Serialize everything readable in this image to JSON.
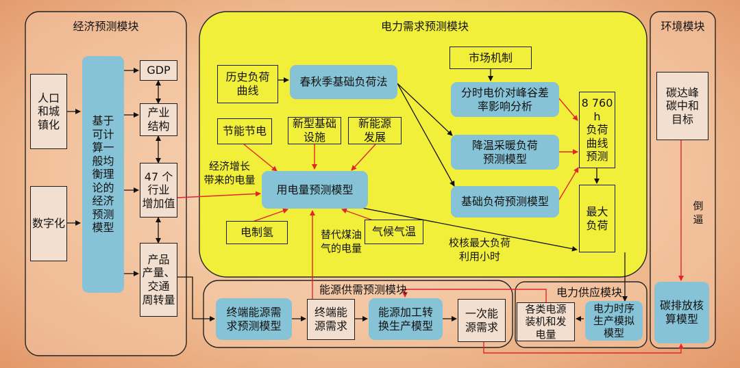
{
  "panels": {
    "economy": "经济预测模块",
    "power_demand": "电力需求预测模块",
    "environment": "环境模块",
    "energy": "能源供需预测模块",
    "supply": "电力供应模块"
  },
  "economy": {
    "population": "人口\n和城\n镇化",
    "digital": "数字化",
    "cge_model": "基于\n可计\n算一\n般均\n衡理\n论的\n经济\n预测\n模型",
    "gdp": "GDP",
    "industry_structure": "产业\n结构",
    "industry_value": "47 个\n行业\n增加值",
    "products": "产品\n产量、\n交通\n周转量"
  },
  "demand": {
    "history_load": "历史负荷\n曲线",
    "spring_autumn": "春秋季基础负荷法",
    "market": "市场机制",
    "tou_price": "分时电价对峰谷差\n率影响分析",
    "cooling_heating": "降温采暖负荷\n预测模型",
    "base_load": "基础负荷预测模型",
    "load_curve": "8 760 h\n负荷\n曲线\n预测",
    "max_load": "最大\n负荷",
    "energy_saving": "节能节电",
    "new_infra": "新型基础\n设施",
    "new_energy": "新能源\n发展",
    "consumption_model": "用电量预测模型",
    "hydrogen": "电制氢",
    "climate": "气候气温",
    "label_growth": "经济增长\n带来的电量",
    "label_substitution": "替代煤油\n气的电量",
    "label_check": "校核最大负荷\n利用小时"
  },
  "energy": {
    "terminal_model": "终端能源需\n求预测模型",
    "terminal_demand": "终端能\n源需求",
    "conversion_model": "能源加工转\n换生产模型",
    "primary_demand": "一次能\n源需求"
  },
  "supply": {
    "capacity": "各类电源\n装机和发\n电量",
    "timeseries_model": "电力时序\n生产模拟\n模型"
  },
  "environment": {
    "target": "碳达峰\n碳中和\n目标",
    "label_backcast": "倒\n逼",
    "emission_model": "碳排放核\n算模型"
  },
  "colors": {
    "panel_fill": "#f4c9a7",
    "demand_fill": "#f1ef3a",
    "blue_box": "#86c3d6",
    "white_box": "#f3dfd0",
    "red_arrow": "#e0262a"
  }
}
